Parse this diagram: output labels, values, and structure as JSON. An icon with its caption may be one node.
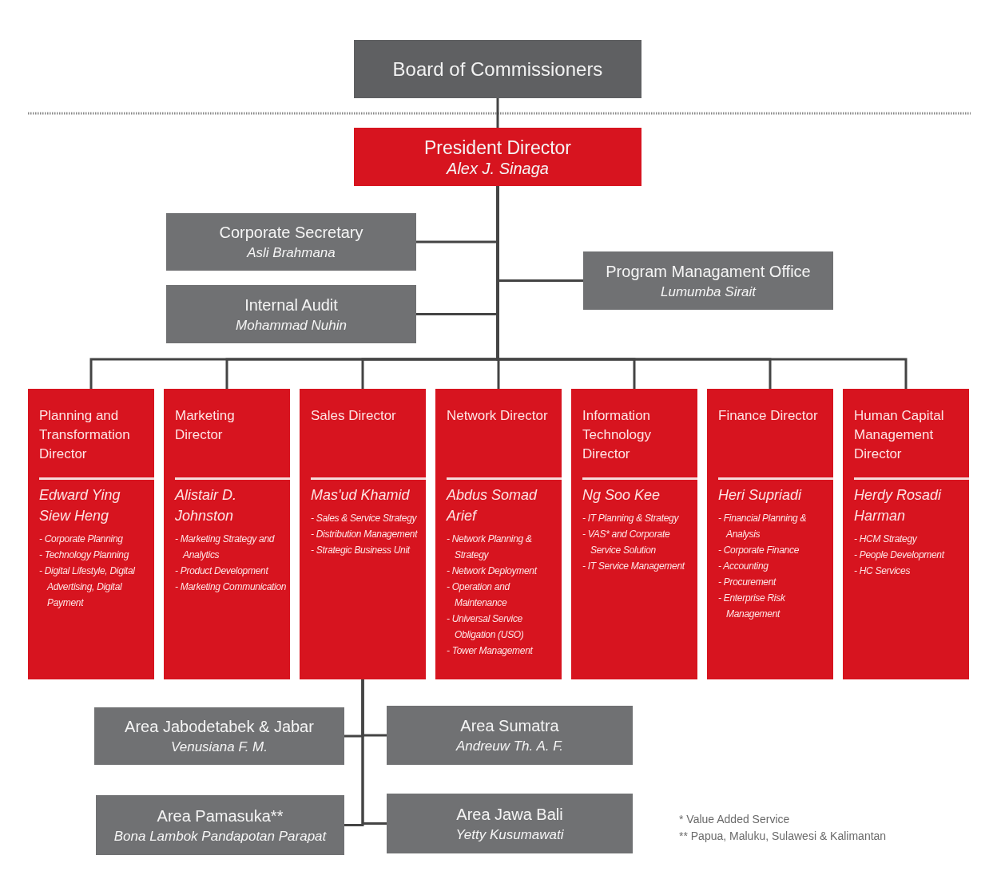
{
  "diagram": {
    "nodes": [
      {
        "text": [
          "Board of Commissioners"
        ]
      },
      {
        "text": [
          "President Director",
          "Alex J. Sinaga"
        ]
      },
      {
        "text": [
          "Corporate Secretary",
          "Asli Brahmana"
        ]
      },
      {
        "text": [
          "Internal Audit",
          "Mohammad Nuhin"
        ]
      },
      {
        "text": [
          "Program Managament Office",
          "Lumumba Sirait"
        ]
      },
      {
        "text": [
          "Planning and Transformation Director",
          "Edward Ying Siew Heng",
          "- Corporate Planning",
          "- Technology Planning",
          "- Digital Lifestyle, Digital Advertising, Digital Payment"
        ]
      },
      {
        "text": [
          "Marketing Director",
          "Alistair D. Johnston",
          "- Marketing Strategy and Analytics",
          "- Product Development",
          "- Marketing Communication"
        ]
      },
      {
        "text": [
          "Sales Director",
          "Mas'ud Khamid",
          "- Sales & Service Strategy",
          "- Distribution Management",
          "- Strategic Business Unit"
        ]
      },
      {
        "text": [
          "Network Director",
          "Abdus Somad Arief",
          "- Network Planning & Strategy",
          "- Network Deployment",
          "- Operation and Maintenance",
          "- Universal Service Obligation (USO)",
          "- Tower Management"
        ]
      },
      {
        "text": [
          "Information Technology Director",
          "Ng Soo Kee",
          "- IT Planning & Strategy",
          "- VAS* and Corporate Service Solution",
          "- IT Service Management"
        ]
      },
      {
        "text": [
          "Finance Director",
          "Heri Supriadi",
          "- Financial Planning & Analysis",
          "- Corporate Finance",
          "- Accounting",
          "- Procurement",
          "- Enterprise Risk Management"
        ]
      },
      {
        "text": [
          "Human Capital Management Director",
          "Herdy Rosadi Harman",
          "- HCM Strategy",
          "- People Development",
          "- HC Services"
        ]
      },
      {
        "text": [
          "Area Jabodetabek & Jabar",
          "Venusiana F. M."
        ]
      },
      {
        "text": [
          "Area Sumatra",
          "Andreuw Th. A. F."
        ]
      },
      {
        "text": [
          "Area Pamasuka**",
          "Bona Lambok Pandapotan Parapat"
        ]
      },
      {
        "text": [
          "Area Jawa Bali",
          "Yetty Kusumawati"
        ]
      }
    ],
    "edges": [
      {
        "from": 0,
        "to": 1,
        "arrow": "none"
      },
      {
        "from": 1,
        "to": 2,
        "arrow": "none"
      },
      {
        "from": 1,
        "to": 3,
        "arrow": "none"
      },
      {
        "from": 1,
        "to": 4,
        "arrow": "none"
      },
      {
        "from": 1,
        "to": 5,
        "arrow": "none"
      },
      {
        "from": 1,
        "to": 6,
        "arrow": "none"
      },
      {
        "from": 1,
        "to": 7,
        "arrow": "none"
      },
      {
        "from": 1,
        "to": 8,
        "arrow": "none"
      },
      {
        "from": 1,
        "to": 9,
        "arrow": "none"
      },
      {
        "from": 1,
        "to": 10,
        "arrow": "none"
      },
      {
        "from": 1,
        "to": 11,
        "arrow": "none"
      },
      {
        "from": 7,
        "to": 12,
        "arrow": "none"
      },
      {
        "from": 7,
        "to": 13,
        "arrow": "none"
      },
      {
        "from": 7,
        "to": 14,
        "arrow": "none"
      },
      {
        "from": 7,
        "to": 15,
        "arrow": "none"
      }
    ],
    "labels": [
      "* Value Added Service",
      "** Papua, Maluku, Sulawesi & Kalimantan"
    ]
  }
}
